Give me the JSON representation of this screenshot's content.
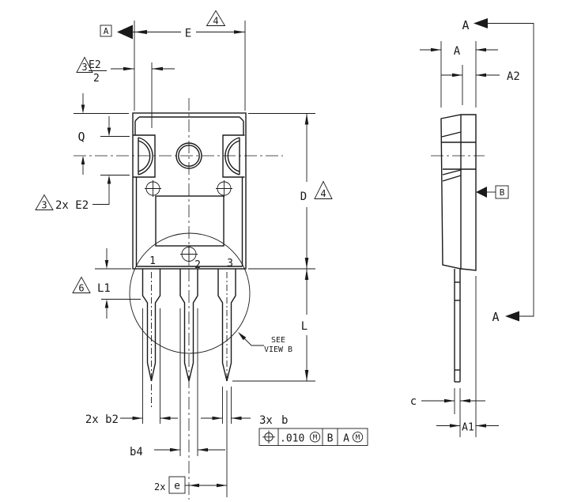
{
  "drawing": {
    "front_view": {
      "datum_a": "A",
      "dim_E": "E",
      "flag_4_top": "4",
      "frac_E2_num": "E2",
      "frac_E2_den": "2",
      "flag_3_top": "3",
      "dim_Q": "Q",
      "flag_3_left": "3",
      "dim_2xE2": "2x E2",
      "flag_6": "6",
      "dim_L1": "L1",
      "dim_D": "D",
      "flag_4_d": "4",
      "dim_L": "L",
      "pin_1": "1",
      "pin_2": "2",
      "pin_3": "3",
      "see_view_line1": "SEE",
      "see_view_line2": "VIEW B",
      "dim_2xb2": "2x b2",
      "dim_b4": "b4",
      "dim_3x": "3x",
      "dim_b": "b",
      "dim_2x": "2x",
      "dim_e": "e",
      "fcf": {
        "tolerance": ".010",
        "modifier_1": "M",
        "datum_primary": "B",
        "datum_secondary": "A",
        "modifier_2": "M"
      }
    },
    "side_view": {
      "section_a_top": "A",
      "dim_A": "A",
      "dim_A2": "A2",
      "datum_b": "B",
      "section_a_bottom": "A",
      "dim_c": "c",
      "dim_A1": "A1"
    },
    "colors": {
      "line": "#1a1a1a",
      "background": "#ffffff"
    }
  }
}
